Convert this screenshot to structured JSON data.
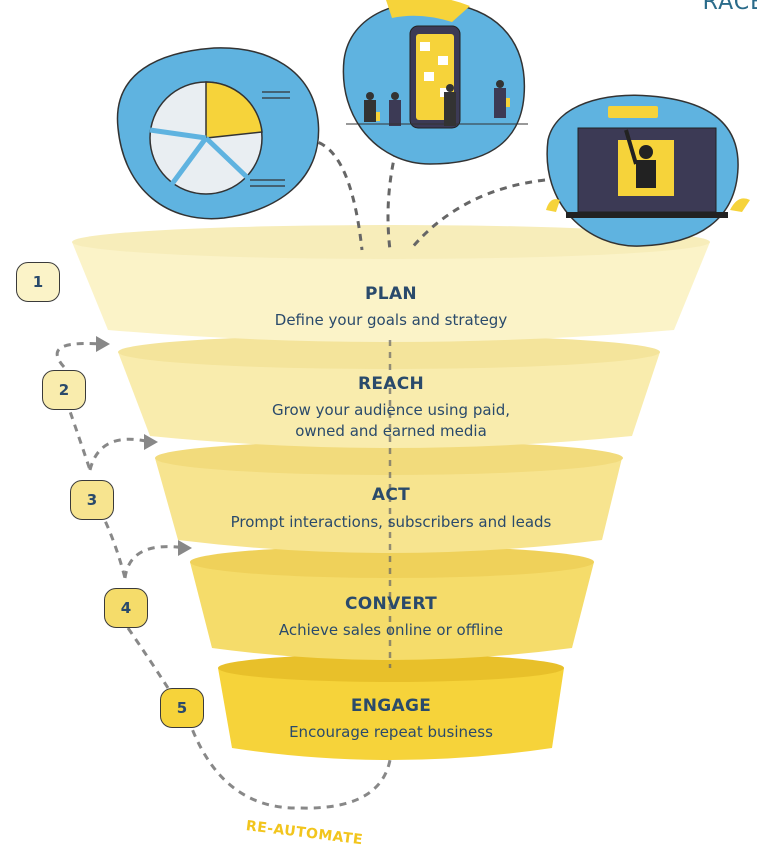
{
  "corner_title": "RACE",
  "stages": [
    {
      "number": "1",
      "title": "PLAN",
      "description": "Define your goals and strategy"
    },
    {
      "number": "2",
      "title": "REACH",
      "description_line1": "Grow your audience using paid,",
      "description_line2": "owned and earned media"
    },
    {
      "number": "3",
      "title": "ACT",
      "description": "Prompt interactions, subscribers and leads"
    },
    {
      "number": "4",
      "title": "CONVERT",
      "description": "Achieve sales online or offline"
    },
    {
      "number": "5",
      "title": "ENGAGE",
      "description": "Encourage repeat business"
    }
  ],
  "loop_label": "RE-AUTOMATE",
  "colors": {
    "text": "#2a4a6b",
    "accent_yellow": "#f2c51d",
    "illustration_blue": "#5fb3e0",
    "stage_fills": [
      "#fbf3c8",
      "#f9ecad",
      "#f7e48f",
      "#f5dc6a",
      "#f6d33a"
    ]
  },
  "illustrations": [
    "pie-chart-illustration",
    "phone-team-illustration",
    "laptop-presenter-illustration"
  ]
}
